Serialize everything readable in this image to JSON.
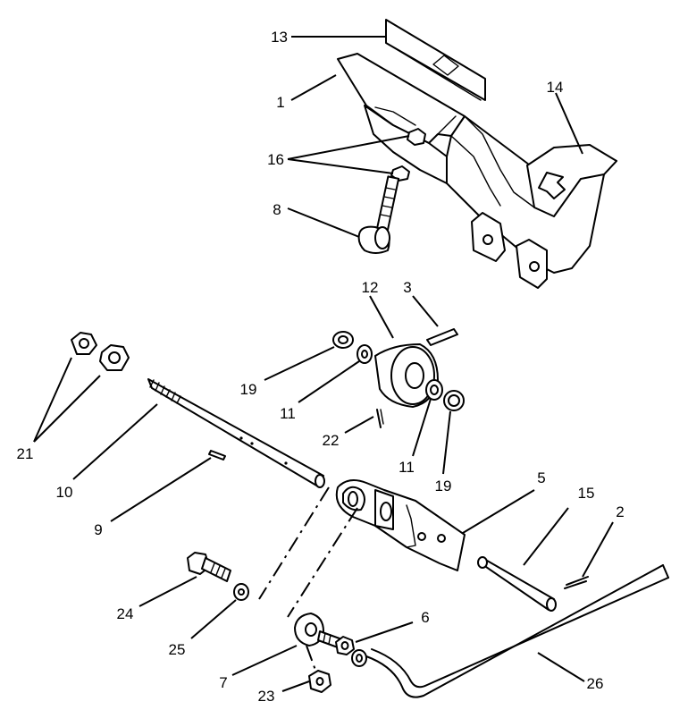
{
  "callouts": [
    {
      "id": "c13",
      "text": "13"
    },
    {
      "id": "c1",
      "text": "1"
    },
    {
      "id": "c14",
      "text": "14"
    },
    {
      "id": "c16",
      "text": "16"
    },
    {
      "id": "c8",
      "text": "8"
    },
    {
      "id": "c12",
      "text": "12"
    },
    {
      "id": "c3",
      "text": "3"
    },
    {
      "id": "c19a",
      "text": "19"
    },
    {
      "id": "c11a",
      "text": "11"
    },
    {
      "id": "c22",
      "text": "22"
    },
    {
      "id": "c11b",
      "text": "11"
    },
    {
      "id": "c19b",
      "text": "19"
    },
    {
      "id": "c21",
      "text": "21"
    },
    {
      "id": "c10",
      "text": "10"
    },
    {
      "id": "c9",
      "text": "9"
    },
    {
      "id": "c5",
      "text": "5"
    },
    {
      "id": "c15",
      "text": "15"
    },
    {
      "id": "c2",
      "text": "2"
    },
    {
      "id": "c24",
      "text": "24"
    },
    {
      "id": "c25",
      "text": "25"
    },
    {
      "id": "c6",
      "text": "6"
    },
    {
      "id": "c7",
      "text": "7"
    },
    {
      "id": "c23",
      "text": "23"
    },
    {
      "id": "c26",
      "text": "26"
    }
  ]
}
